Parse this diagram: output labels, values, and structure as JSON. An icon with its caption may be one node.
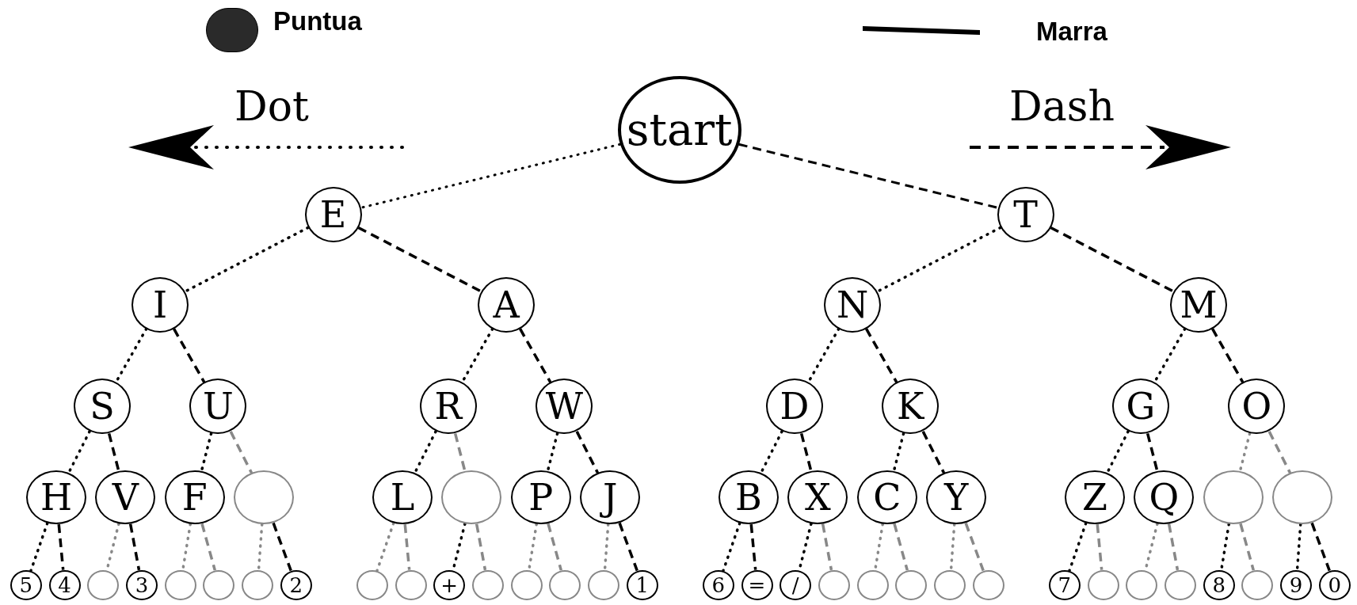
{
  "diagram": {
    "nodes": [
      {
        "text": [
          "start"
        ]
      },
      {
        "text": [
          "E"
        ]
      },
      {
        "text": [
          "T"
        ]
      },
      {
        "text": [
          "I"
        ]
      },
      {
        "text": [
          "A"
        ]
      },
      {
        "text": [
          "N"
        ]
      },
      {
        "text": [
          "M"
        ]
      },
      {
        "text": [
          "S"
        ]
      },
      {
        "text": [
          "U"
        ]
      },
      {
        "text": [
          "R"
        ]
      },
      {
        "text": [
          "W"
        ]
      },
      {
        "text": [
          "D"
        ]
      },
      {
        "text": [
          "K"
        ]
      },
      {
        "text": [
          "G"
        ]
      },
      {
        "text": [
          "O"
        ]
      },
      {
        "text": [
          "H"
        ]
      },
      {
        "text": [
          "V"
        ]
      },
      {
        "text": [
          "F"
        ]
      },
      {
        "text": [],
        "shape": "circle"
      },
      {
        "text": [
          "L"
        ]
      },
      {
        "text": [],
        "shape": "circle"
      },
      {
        "text": [
          "P"
        ]
      },
      {
        "text": [
          "J"
        ]
      },
      {
        "text": [
          "B"
        ]
      },
      {
        "text": [
          "X"
        ]
      },
      {
        "text": [
          "C"
        ]
      },
      {
        "text": [
          "Y"
        ]
      },
      {
        "text": [
          "Z"
        ]
      },
      {
        "text": [
          "Q"
        ]
      },
      {
        "text": [],
        "shape": "circle"
      },
      {
        "text": [],
        "shape": "circle"
      },
      {
        "text": [
          "5"
        ]
      },
      {
        "text": [
          "4"
        ]
      },
      {
        "text": [],
        "shape": "circle"
      },
      {
        "text": [
          "3"
        ]
      },
      {
        "text": [],
        "shape": "circle"
      },
      {
        "text": [],
        "shape": "circle"
      },
      {
        "text": [],
        "shape": "circle"
      },
      {
        "text": [
          "2"
        ]
      },
      {
        "text": [],
        "shape": "circle"
      },
      {
        "text": [],
        "shape": "circle"
      },
      {
        "text": [
          "+"
        ]
      },
      {
        "text": [],
        "shape": "circle"
      },
      {
        "text": [],
        "shape": "circle"
      },
      {
        "text": [],
        "shape": "circle"
      },
      {
        "text": [],
        "shape": "circle"
      },
      {
        "text": [
          "1"
        ]
      },
      {
        "text": [
          "6"
        ]
      },
      {
        "text": [
          "="
        ]
      },
      {
        "text": [
          "/"
        ]
      },
      {
        "text": [],
        "shape": "circle"
      },
      {
        "text": [],
        "shape": "circle"
      },
      {
        "text": [],
        "shape": "circle"
      },
      {
        "text": [],
        "shape": "circle"
      },
      {
        "text": [],
        "shape": "circle"
      },
      {
        "text": [
          "7"
        ]
      },
      {
        "text": [],
        "shape": "circle"
      },
      {
        "text": [],
        "shape": "circle"
      },
      {
        "text": [],
        "shape": "circle"
      },
      {
        "text": [
          "8"
        ]
      },
      {
        "text": [],
        "shape": "circle"
      },
      {
        "text": [
          "9"
        ]
      },
      {
        "text": [
          "0"
        ]
      }
    ],
    "edges": [
      {
        "from": 0,
        "to": 1,
        "arrow": "none"
      },
      {
        "from": 0,
        "to": 2,
        "arrow": "none",
        "style": "dashed"
      },
      {
        "from": 1,
        "to": 3,
        "arrow": "none"
      },
      {
        "from": 1,
        "to": 4,
        "arrow": "none",
        "style": "dashed"
      },
      {
        "from": 2,
        "to": 5,
        "arrow": "none"
      },
      {
        "from": 2,
        "to": 6,
        "arrow": "none",
        "style": "dashed"
      },
      {
        "from": 3,
        "to": 7,
        "arrow": "none"
      },
      {
        "from": 3,
        "to": 8,
        "arrow": "none",
        "style": "dashed"
      },
      {
        "from": 4,
        "to": 9,
        "arrow": "none"
      },
      {
        "from": 4,
        "to": 10,
        "arrow": "none",
        "style": "dashed"
      },
      {
        "from": 5,
        "to": 11,
        "arrow": "none"
      },
      {
        "from": 5,
        "to": 12,
        "arrow": "none",
        "style": "dashed"
      },
      {
        "from": 6,
        "to": 13,
        "arrow": "none"
      },
      {
        "from": 6,
        "to": 14,
        "arrow": "none",
        "style": "dashed"
      },
      {
        "from": 7,
        "to": 15,
        "arrow": "none"
      },
      {
        "from": 7,
        "to": 16,
        "arrow": "none",
        "style": "dashed"
      },
      {
        "from": 8,
        "to": 17,
        "arrow": "none"
      },
      {
        "from": 8,
        "to": 18,
        "arrow": "none",
        "style": "dashed",
        "color": "#888888"
      },
      {
        "from": 9,
        "to": 19,
        "arrow": "none"
      },
      {
        "from": 9,
        "to": 20,
        "arrow": "none",
        "style": "dashed",
        "color": "#888888"
      },
      {
        "from": 10,
        "to": 21,
        "arrow": "none"
      },
      {
        "from": 10,
        "to": 22,
        "arrow": "none",
        "style": "dashed"
      },
      {
        "from": 11,
        "to": 23,
        "arrow": "none"
      },
      {
        "from": 11,
        "to": 24,
        "arrow": "none",
        "style": "dashed"
      },
      {
        "from": 12,
        "to": 25,
        "arrow": "none"
      },
      {
        "from": 12,
        "to": 26,
        "arrow": "none",
        "style": "dashed"
      },
      {
        "from": 13,
        "to": 27,
        "arrow": "none"
      },
      {
        "from": 13,
        "to": 28,
        "arrow": "none",
        "style": "dashed"
      },
      {
        "from": 14,
        "to": 29,
        "arrow": "none",
        "color": "#888888"
      },
      {
        "from": 14,
        "to": 30,
        "arrow": "none",
        "style": "dashed",
        "color": "#888888"
      },
      {
        "from": 15,
        "to": 31,
        "arrow": "none"
      },
      {
        "from": 15,
        "to": 32,
        "arrow": "none",
        "style": "dashed"
      },
      {
        "from": 16,
        "to": 33,
        "arrow": "none",
        "color": "#888888"
      },
      {
        "from": 16,
        "to": 34,
        "arrow": "none",
        "style": "dashed"
      },
      {
        "from": 17,
        "to": 35,
        "arrow": "none",
        "color": "#888888"
      },
      {
        "from": 17,
        "to": 36,
        "arrow": "none",
        "style": "dashed",
        "color": "#888888"
      },
      {
        "from": 18,
        "to": 37,
        "arrow": "none",
        "color": "#888888"
      },
      {
        "from": 18,
        "to": 38,
        "arrow": "none",
        "style": "dashed"
      },
      {
        "from": 19,
        "to": 39,
        "arrow": "none",
        "color": "#888888"
      },
      {
        "from": 19,
        "to": 40,
        "arrow": "none",
        "style": "dashed",
        "color": "#888888"
      },
      {
        "from": 20,
        "to": 41,
        "arrow": "none"
      },
      {
        "from": 20,
        "to": 42,
        "arrow": "none",
        "style": "dashed",
        "color": "#888888"
      },
      {
        "from": 21,
        "to": 43,
        "arrow": "none",
        "color": "#888888"
      },
      {
        "from": 21,
        "to": 44,
        "arrow": "none",
        "style": "dashed",
        "color": "#888888"
      },
      {
        "from": 22,
        "to": 45,
        "arrow": "none",
        "color": "#888888"
      },
      {
        "from": 22,
        "to": 46,
        "arrow": "none",
        "style": "dashed"
      },
      {
        "from": 23,
        "to": 47,
        "arrow": "none"
      },
      {
        "from": 23,
        "to": 48,
        "arrow": "none",
        "style": "dashed"
      },
      {
        "from": 24,
        "to": 49,
        "arrow": "none"
      },
      {
        "from": 24,
        "to": 50,
        "arrow": "none",
        "style": "dashed",
        "color": "#888888"
      },
      {
        "from": 25,
        "to": 51,
        "arrow": "none",
        "color": "#888888"
      },
      {
        "from": 25,
        "to": 52,
        "arrow": "none",
        "style": "dashed",
        "color": "#888888"
      },
      {
        "from": 26,
        "to": 53,
        "arrow": "none",
        "color": "#888888"
      },
      {
        "from": 26,
        "to": 54,
        "arrow": "none",
        "style": "dashed",
        "color": "#888888"
      },
      {
        "from": 27,
        "to": 55,
        "arrow": "none"
      },
      {
        "from": 27,
        "to": 56,
        "arrow": "none",
        "style": "dashed",
        "color": "#888888"
      },
      {
        "from": 28,
        "to": 57,
        "arrow": "none",
        "color": "#888888"
      },
      {
        "from": 28,
        "to": 58,
        "arrow": "none",
        "style": "dashed",
        "color": "#888888"
      },
      {
        "from": 29,
        "to": 59,
        "arrow": "none"
      },
      {
        "from": 29,
        "to": 60,
        "arrow": "none",
        "style": "dashed",
        "color": "#888888"
      },
      {
        "from": 30,
        "to": 61,
        "arrow": "none"
      },
      {
        "from": 30,
        "to": 62,
        "arrow": "none",
        "style": "dashed"
      }
    ],
    "labels": [
      "Dot",
      "Dash"
    ],
    "legend": [
      {
        "text": "Puntua"
      },
      {
        "text": "Marra"
      }
    ]
  }
}
